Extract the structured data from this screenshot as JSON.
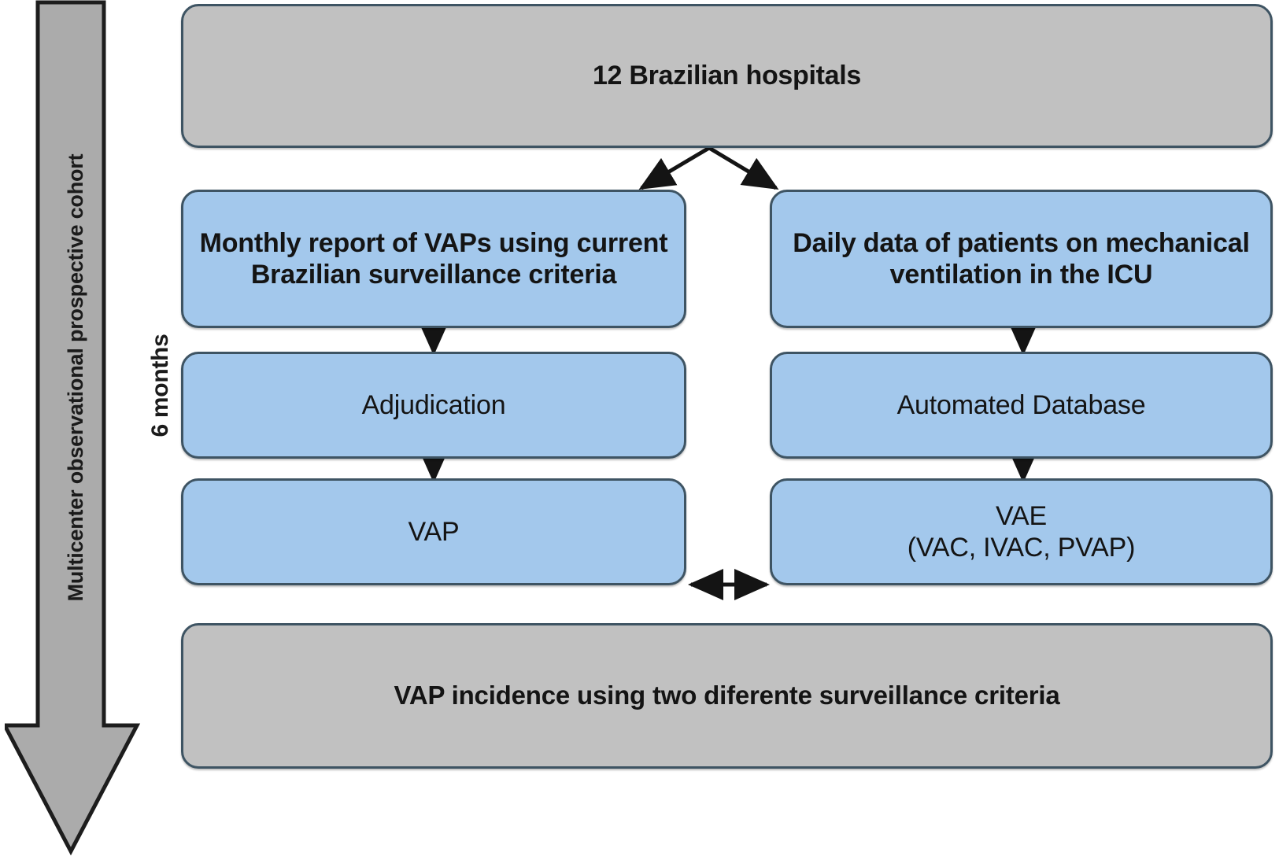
{
  "figure": {
    "type": "flowchart",
    "title_text_present": false,
    "background": "#ffffff",
    "colors": {
      "gray_fill": "#C1C1C1",
      "blue_fill": "#A3C8EC",
      "node_border": "#3E5463",
      "arrow": "#141414",
      "text": "#141414"
    }
  },
  "study_arrow": {
    "label": "Multicenter observational prospective cohort",
    "direction": "down",
    "fill": "#ABABAB"
  },
  "duration": {
    "label": "6 months"
  },
  "nodes": {
    "source": {
      "label": "12 Brazilian hospitals",
      "style": "gray",
      "row": 1
    },
    "left_branch": {
      "label": "Monthly report of VAPs using current Brazilian surveillance criteria",
      "style": "blue",
      "row": 2,
      "column": "left"
    },
    "right_branch": {
      "label": "Daily data of patients on mechanical ventilation in the ICU",
      "style": "blue",
      "row": 2,
      "column": "right"
    },
    "left_step2": {
      "label": "Adjudication",
      "style": "blue",
      "row": 3,
      "column": "left"
    },
    "right_step2": {
      "label": "Automated Database",
      "style": "blue",
      "row": 3,
      "column": "right"
    },
    "left_outcome": {
      "label": "VAP",
      "style": "blue",
      "row": 4,
      "column": "left"
    },
    "right_outcome": {
      "label": "VAE\n(VAC, IVAC, PVAP)",
      "style": "blue",
      "row": 4,
      "column": "right"
    },
    "conclusion": {
      "label": "VAP incidence using two diferente surveillance criteria",
      "style": "gray",
      "row": 5
    }
  },
  "edges": [
    {
      "from": "source",
      "to": "left_branch",
      "kind": "diagonal-arrow"
    },
    {
      "from": "source",
      "to": "right_branch",
      "kind": "diagonal-arrow"
    },
    {
      "from": "left_branch",
      "to": "left_step2",
      "kind": "vertical-arrow"
    },
    {
      "from": "right_branch",
      "to": "right_step2",
      "kind": "vertical-arrow"
    },
    {
      "from": "left_step2",
      "to": "left_outcome",
      "kind": "vertical-arrow"
    },
    {
      "from": "right_step2",
      "to": "right_outcome",
      "kind": "vertical-arrow"
    },
    {
      "from": "left_outcome",
      "to": "right_outcome",
      "kind": "bidirectional-arrow"
    }
  ]
}
